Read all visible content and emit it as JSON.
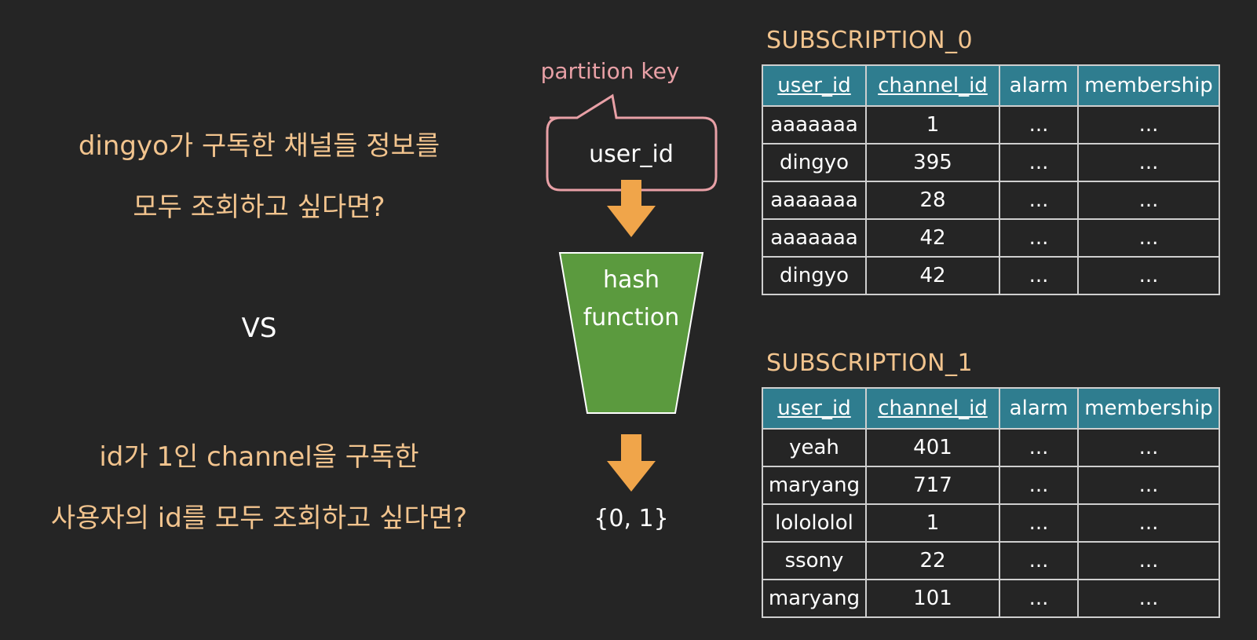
{
  "questions": {
    "q1_line1": "dingyo가 구독한 채널들 정보를",
    "q1_line2": "모두 조회하고 싶다면?",
    "vs": "VS",
    "q2_line1": "id가 1인 channel을 구독한",
    "q2_line2": "사용자의 id를 모두 조회하고 싶다면?"
  },
  "flow": {
    "partition_key_label": "partition key",
    "key_name": "user_id",
    "hash_line1": "hash",
    "hash_line2": "function",
    "output": "{0, 1}"
  },
  "colors": {
    "question_text": "#f2c48e",
    "callout_stroke": "#e8a0a6",
    "arrow": "#f0a54a",
    "hash_fill": "#5b9a3e",
    "table_header": "#2f7d8f"
  },
  "tables": [
    {
      "title": "SUBSCRIPTION_0",
      "columns": [
        "user_id",
        "channel_id",
        "alarm",
        "membership"
      ],
      "rows": [
        [
          "aaaaaaa",
          "1",
          "...",
          "..."
        ],
        [
          "dingyo",
          "395",
          "...",
          "..."
        ],
        [
          "aaaaaaa",
          "28",
          "...",
          "..."
        ],
        [
          "aaaaaaa",
          "42",
          "...",
          "..."
        ],
        [
          "dingyo",
          "42",
          "...",
          "..."
        ]
      ]
    },
    {
      "title": "SUBSCRIPTION_1",
      "columns": [
        "user_id",
        "channel_id",
        "alarm",
        "membership"
      ],
      "rows": [
        [
          "yeah",
          "401",
          "...",
          "..."
        ],
        [
          "maryang",
          "717",
          "...",
          "..."
        ],
        [
          "lolololol",
          "1",
          "...",
          "..."
        ],
        [
          "ssony",
          "22",
          "...",
          "..."
        ],
        [
          "maryang",
          "101",
          "...",
          "..."
        ]
      ]
    }
  ]
}
